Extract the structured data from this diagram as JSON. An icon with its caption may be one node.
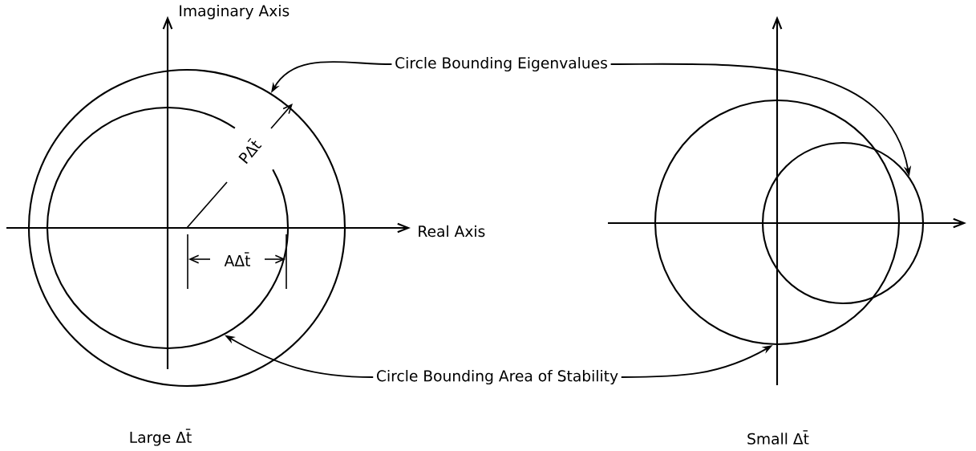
{
  "diagram": {
    "nodes": [
      {
        "text": [
          "Circle Bounding Eigenvalues"
        ]
      },
      {
        "text": [],
        "shape": "circle"
      },
      {
        "text": [],
        "shape": "circle",
        "in": 1
      },
      {
        "text": [],
        "shape": "circle"
      },
      {
        "text": [],
        "shape": "circle"
      },
      {
        "text": [
          "Circle Bounding Area of Stability"
        ]
      }
    ],
    "edges": [
      {
        "from": 0,
        "to": 1,
        "arrow": "to"
      },
      {
        "from": 0,
        "to": 4,
        "arrow": "to"
      },
      {
        "from": 5,
        "to": 2,
        "arrow": "to"
      },
      {
        "from": 5,
        "to": 3,
        "arrow": "to"
      }
    ],
    "labels": [
      "Imaginary Axis",
      "Real Axis",
      "PΔt̄",
      "AΔt̄",
      "Large Δt̄",
      "Small Δt̄"
    ]
  }
}
